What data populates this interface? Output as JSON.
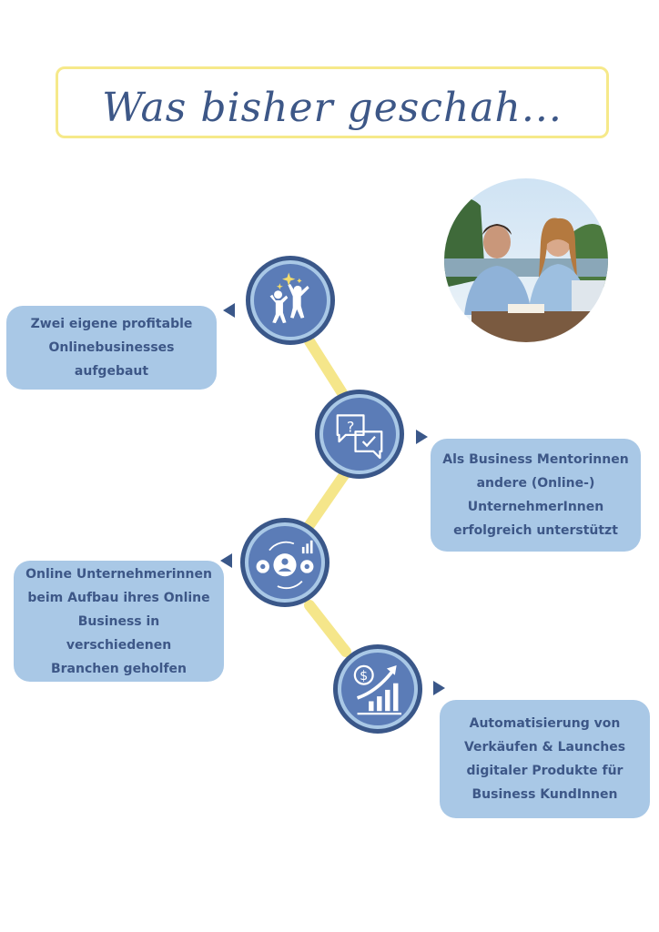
{
  "title": "Was bisher geschah...",
  "photo": {
    "icon": "two-women-portrait"
  },
  "colors": {
    "node_border": "#3a5789",
    "node_fill": "#5b7cb7",
    "card_fill": "#a9c8e6",
    "connector": "#f5e68a",
    "title_border": "#f6e98a",
    "text": "#3d5787"
  },
  "milestones": [
    {
      "icon": "celebrating-people-icon",
      "lines": [
        "Zwei eigene profitable",
        "Onlinebusinesses",
        "aufgebaut"
      ]
    },
    {
      "icon": "chat-question-check-icon",
      "lines": [
        "Als Business Mentorinnen",
        "andere (Online-)",
        "UnternehmerInnen",
        "erfolgreich unterstützt"
      ]
    },
    {
      "icon": "gears-person-icon",
      "lines": [
        "Online Unternehmerinnen",
        "beim Aufbau ihres Online",
        "Business in verschiedenen",
        "Branchen geholfen"
      ]
    },
    {
      "icon": "dollar-growth-chart-icon",
      "lines": [
        "Automatisierung von",
        "Verkäufen & Launches",
        "digitaler Produkte für",
        "Business KundInnen"
      ]
    }
  ]
}
